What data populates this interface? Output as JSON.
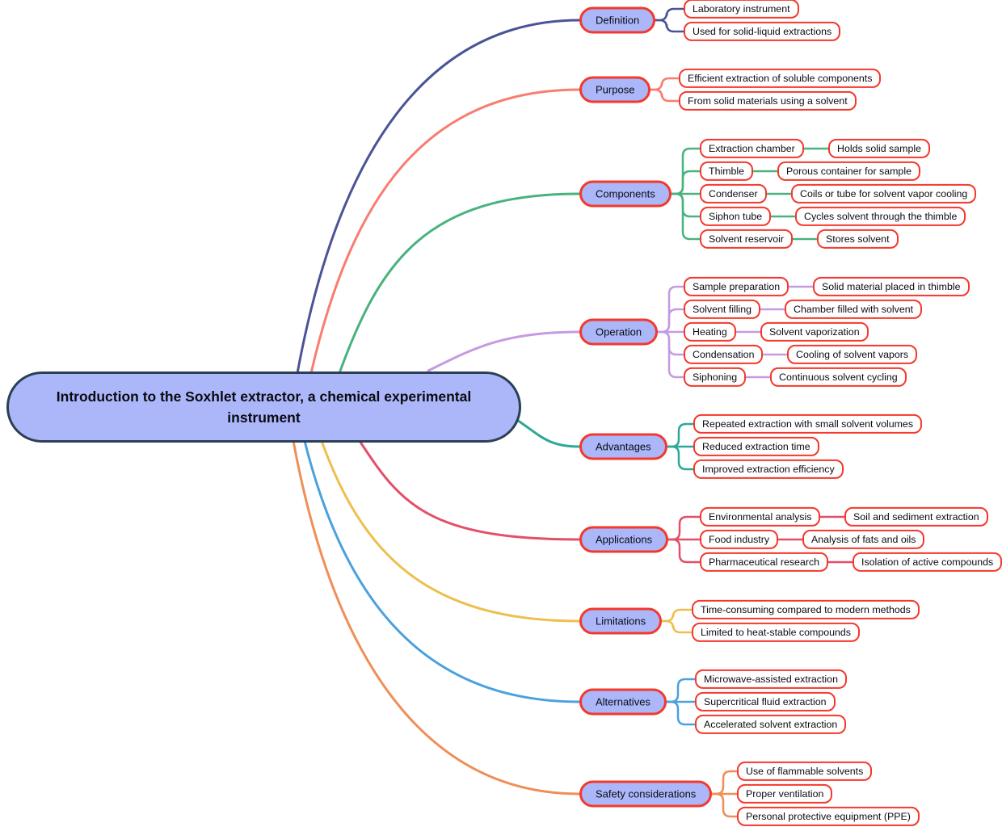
{
  "root": {
    "label": "Introduction to the Soxhlet extractor, a chemical experimental instrument"
  },
  "colors": {
    "node_fill": "#abb7f8",
    "node_border": "#f4382c",
    "root_border": "#2b4055",
    "text": "#0b0b14"
  },
  "branches": [
    {
      "label": "Definition",
      "color": "#4a5496",
      "children": [
        {
          "label": "Laboratory instrument"
        },
        {
          "label": "Used for solid-liquid extractions"
        }
      ]
    },
    {
      "label": "Purpose",
      "color": "#f87d70",
      "children": [
        {
          "label": "Efficient extraction of soluble components"
        },
        {
          "label": "From solid materials using a solvent"
        }
      ]
    },
    {
      "label": "Components",
      "color": "#49b27d",
      "children": [
        {
          "label": "Extraction chamber",
          "detail": "Holds solid sample"
        },
        {
          "label": "Thimble",
          "detail": "Porous container for sample"
        },
        {
          "label": "Condenser",
          "detail": "Coils or tube for solvent vapor cooling"
        },
        {
          "label": "Siphon tube",
          "detail": "Cycles solvent through the thimble"
        },
        {
          "label": "Solvent reservoir",
          "detail": "Stores solvent"
        }
      ]
    },
    {
      "label": "Operation",
      "color": "#c69ae0",
      "children": [
        {
          "label": "Sample preparation",
          "detail": "Solid material placed in thimble"
        },
        {
          "label": "Solvent filling",
          "detail": "Chamber filled with solvent"
        },
        {
          "label": "Heating",
          "detail": "Solvent vaporization"
        },
        {
          "label": "Condensation",
          "detail": "Cooling of solvent vapors"
        },
        {
          "label": "Siphoning",
          "detail": "Continuous solvent cycling"
        }
      ]
    },
    {
      "label": "Advantages",
      "color": "#2ca89a",
      "children": [
        {
          "label": "Repeated extraction with small solvent volumes"
        },
        {
          "label": "Reduced extraction time"
        },
        {
          "label": "Improved extraction efficiency"
        }
      ]
    },
    {
      "label": "Applications",
      "color": "#e34f69",
      "children": [
        {
          "label": "Environmental analysis",
          "detail": "Soil and sediment extraction"
        },
        {
          "label": "Food industry",
          "detail": "Analysis of fats and oils"
        },
        {
          "label": "Pharmaceutical research",
          "detail": "Isolation of active compounds"
        }
      ]
    },
    {
      "label": "Limitations",
      "color": "#edc04d",
      "children": [
        {
          "label": "Time-consuming compared to modern methods"
        },
        {
          "label": "Limited to heat-stable compounds"
        }
      ]
    },
    {
      "label": "Alternatives",
      "color": "#4ba1de",
      "children": [
        {
          "label": "Microwave-assisted extraction"
        },
        {
          "label": "Supercritical fluid extraction"
        },
        {
          "label": "Accelerated solvent extraction"
        }
      ]
    },
    {
      "label": "Safety considerations",
      "color": "#f08e57",
      "children": [
        {
          "label": "Use of flammable solvents"
        },
        {
          "label": "Proper ventilation"
        },
        {
          "label": "Personal protective equipment (PPE)"
        }
      ]
    }
  ]
}
